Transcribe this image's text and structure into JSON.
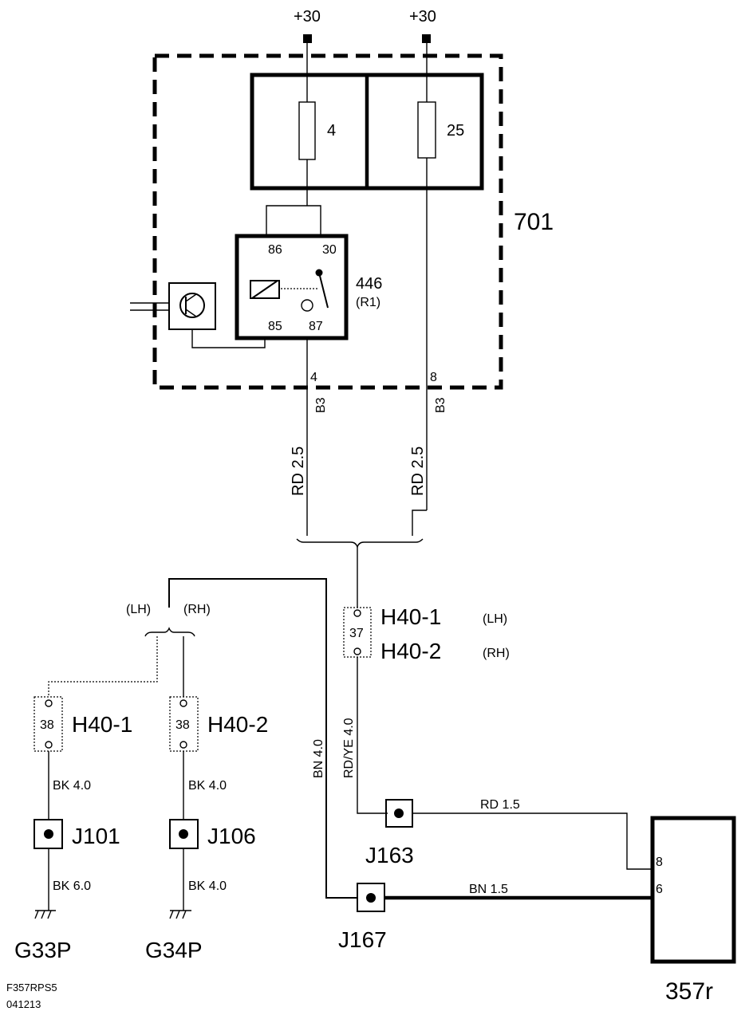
{
  "supply": {
    "left": "+30",
    "right": "+30"
  },
  "fuse_box": {
    "id": "701",
    "fuse_a": "4",
    "fuse_b": "25"
  },
  "relay": {
    "id": "446",
    "ref": "(R1)",
    "pin_86": "86",
    "pin_30": "30",
    "pin_85": "85",
    "pin_87": "87"
  },
  "fuse_box_pins": {
    "left_pin": "4",
    "left_conn": "B3",
    "right_pin": "8",
    "right_conn": "B3"
  },
  "wires": {
    "left_vertical": "RD  2.5",
    "right_vertical": "RD  2.5",
    "bn_40": "BN  4.0",
    "rdye_40": "RD/YE 4.0",
    "rd_15": "RD 1.5",
    "bn_15": "BN 1.5",
    "bk40_left": "BK 4.0",
    "bk60_left": "BK 6.0",
    "bk40_right_upper": "BK 4.0",
    "bk40_right_lower": "BK 4.0"
  },
  "connectors": {
    "h40_main_pin": "37",
    "h40_main_1": "H40-1",
    "h40_main_1_side": "(LH)",
    "h40_main_2": "H40-2",
    "h40_main_2_side": "(RH)",
    "lh_label": "(LH)",
    "rh_label": "(RH)",
    "h40_1_pin": "38",
    "h40_1": "H40-1",
    "h40_2_pin": "38",
    "h40_2": "H40-2"
  },
  "junctions": {
    "j101": "J101",
    "j106": "J106",
    "j163": "J163",
    "j167": "J167"
  },
  "grounds": {
    "g33": "G33P",
    "g34": "G34P"
  },
  "component_357": {
    "id": "357r",
    "pin_8": "8",
    "pin_6": "6"
  },
  "footer": {
    "code": "F357RPS5",
    "date": "041213"
  }
}
